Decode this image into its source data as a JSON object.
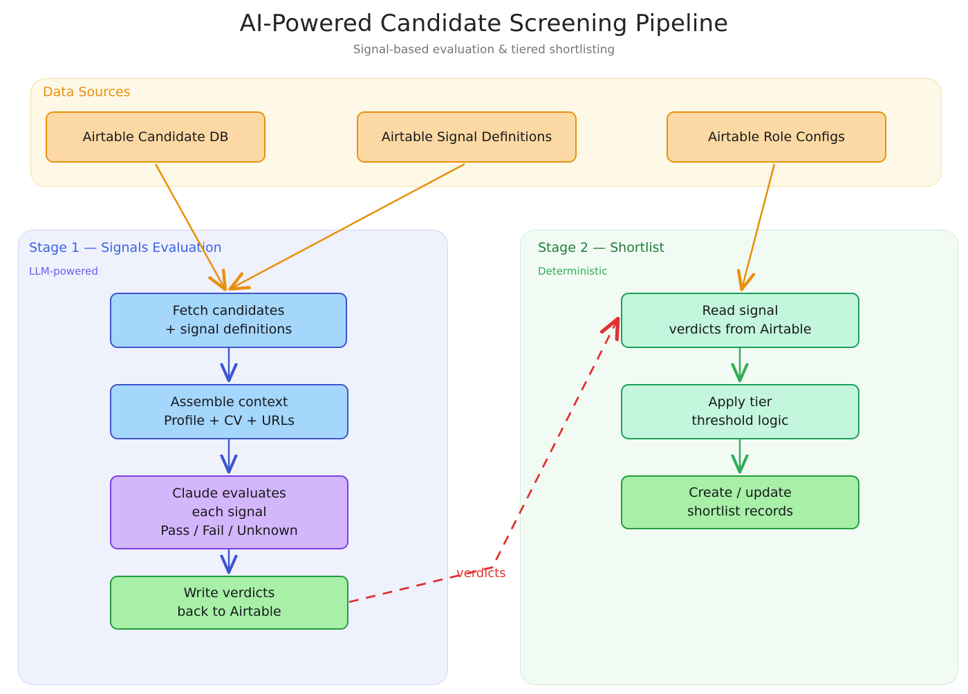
{
  "header": {
    "title": "AI-Powered Candidate Screening Pipeline",
    "subtitle": "Signal-based evaluation & tiered shortlisting"
  },
  "clusters": {
    "sources": {
      "label": "Data Sources",
      "color": "#E8920C",
      "fill": "#FEF8E7"
    },
    "stage1": {
      "label": "Stage 1 — Signals Evaluation",
      "sublabel": "LLM-powered",
      "color": "#3B63E0",
      "sublabel_color": "#6E5BE8",
      "fill": "#EFF1FD"
    },
    "stage2": {
      "label": "Stage 2 — Shortlist",
      "sublabel": "Deterministic",
      "color": "#1E7E3C",
      "sublabel_color": "#2FAD55",
      "fill": "#F2FBF3"
    }
  },
  "nodes": {
    "sources": [
      {
        "id": "candidate-db",
        "label": "Airtable Candidate DB",
        "style": "orange"
      },
      {
        "id": "signal-defs",
        "label": "Airtable Signal Definitions",
        "style": "orange"
      },
      {
        "id": "role-configs",
        "label": "Airtable Role Configs",
        "style": "orange"
      }
    ],
    "stage1": [
      {
        "id": "fetch",
        "label": "Fetch candidates\n+ signal definitions",
        "style": "blue"
      },
      {
        "id": "assemble",
        "label": "Assemble context\nProfile + CV + URLs",
        "style": "blue"
      },
      {
        "id": "claude",
        "label": "Claude evaluates\neach signal\nPass / Fail / Unknown",
        "style": "purple"
      },
      {
        "id": "write",
        "label": "Write verdicts\nback to Airtable",
        "style": "green"
      }
    ],
    "stage2": [
      {
        "id": "read",
        "label": "Read signal\nverdicts from Airtable",
        "style": "mint"
      },
      {
        "id": "apply",
        "label": "Apply tier\nthreshold logic",
        "style": "mint"
      },
      {
        "id": "create",
        "label": "Create / update\nshortlist records",
        "style": "green"
      }
    ]
  },
  "edges": {
    "verdicts_label": "verdicts",
    "verdicts_color": "#E03131",
    "source_arrow_color": "#E8920C",
    "stage1_arrow_color": "#3C55CC",
    "stage2_arrow_color": "#2FAD55"
  },
  "palette": {
    "orange_fill": "#FCD9A4",
    "orange_stroke": "#E8920C",
    "blue_fill": "#A5D6FB",
    "blue_stroke": "#3C55CC",
    "purple_fill": "#D4B6FC",
    "purple_stroke": "#7B3FE4",
    "green_fill": "#A8EFA8",
    "green_stroke": "#1F9D3C",
    "mint_fill": "#C4F5DD",
    "mint_stroke": "#19A05A"
  }
}
